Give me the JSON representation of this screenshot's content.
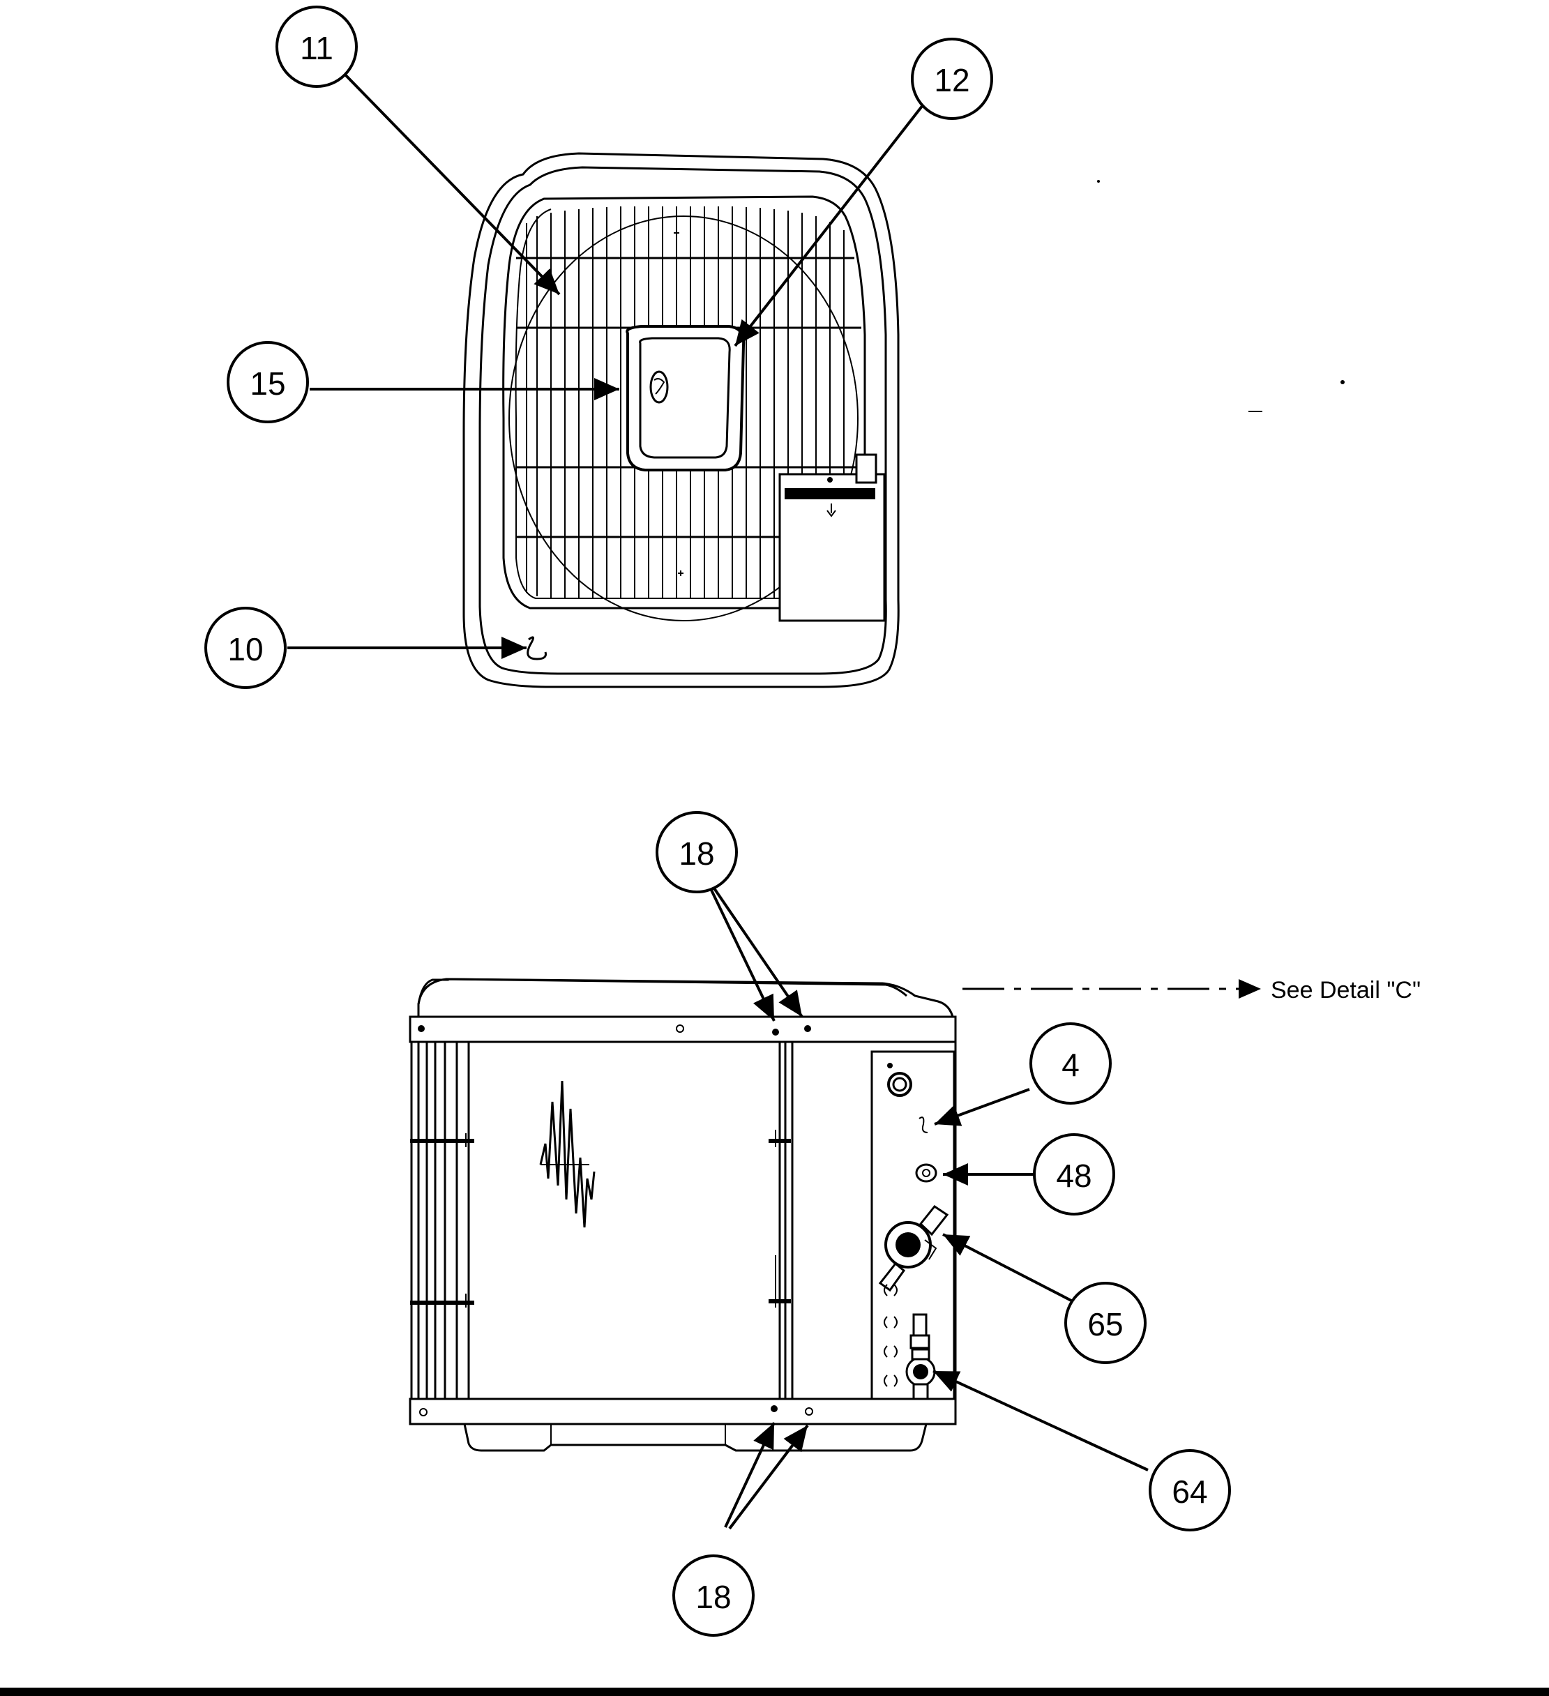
{
  "callouts": {
    "c11": "11",
    "c12": "12",
    "c15": "15",
    "c10": "10",
    "c18_top": "18",
    "c4": "4",
    "c48": "48",
    "c65": "65",
    "c64": "64",
    "c18_bottom": "18"
  },
  "notes": {
    "see_detail": "See Detail \"C\""
  },
  "colors": {
    "ink": "#000000",
    "paper": "#ffffff"
  }
}
